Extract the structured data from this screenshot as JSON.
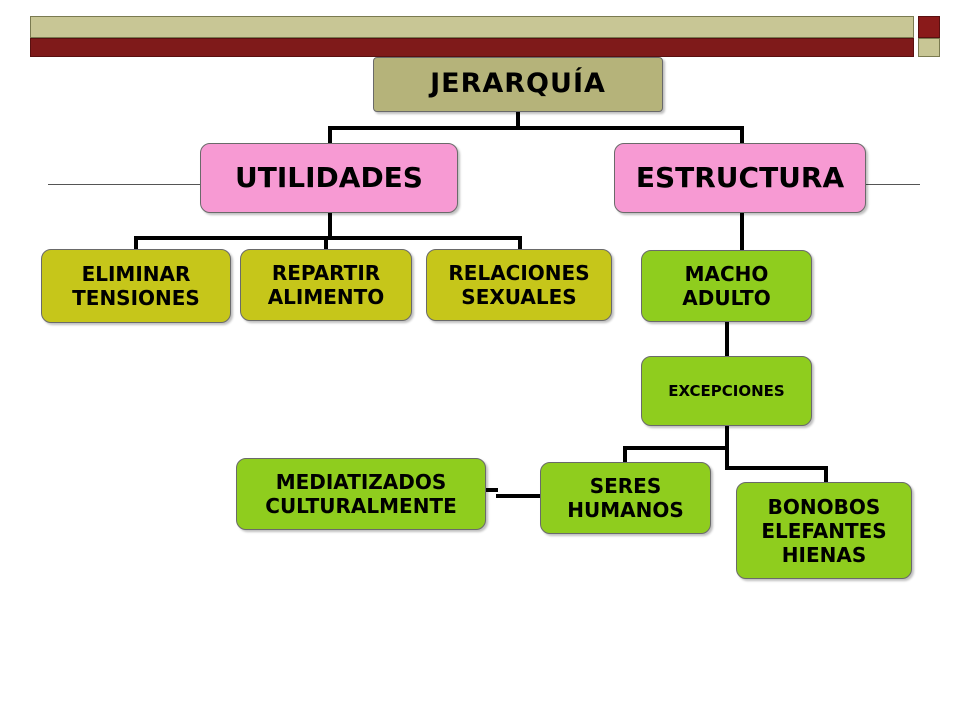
{
  "colors": {
    "header_light": "#c8c695",
    "header_dark": "#7f1a1a",
    "root_fill": "#b5b37a",
    "level1_fill": "#f79ad3",
    "level2_fill": "#c6c61a",
    "green_fill": "#8fcd1e",
    "connector": "#000000"
  },
  "diagram": {
    "root": {
      "label": "JERARQUÍA"
    },
    "utilidades": {
      "label": "UTILIDADES",
      "children": [
        {
          "label": "ELIMINAR\nTENSIONES"
        },
        {
          "label": "REPARTIR\nALIMENTO"
        },
        {
          "label": "RELACIONES\nSEXUALES"
        }
      ]
    },
    "estructura": {
      "label": "ESTRUCTURA"
    },
    "macho": {
      "label": "MACHO\nADULTO"
    },
    "excepciones": {
      "label": "EXCEPCIONES"
    },
    "seres": {
      "label": "SERES\nHUMANOS"
    },
    "bonobos": {
      "label": "BONOBOS\nELEFANTES\nHIENAS"
    },
    "mediatizados": {
      "label": "MEDIATIZADOS\nCULTURALMENTE"
    }
  }
}
